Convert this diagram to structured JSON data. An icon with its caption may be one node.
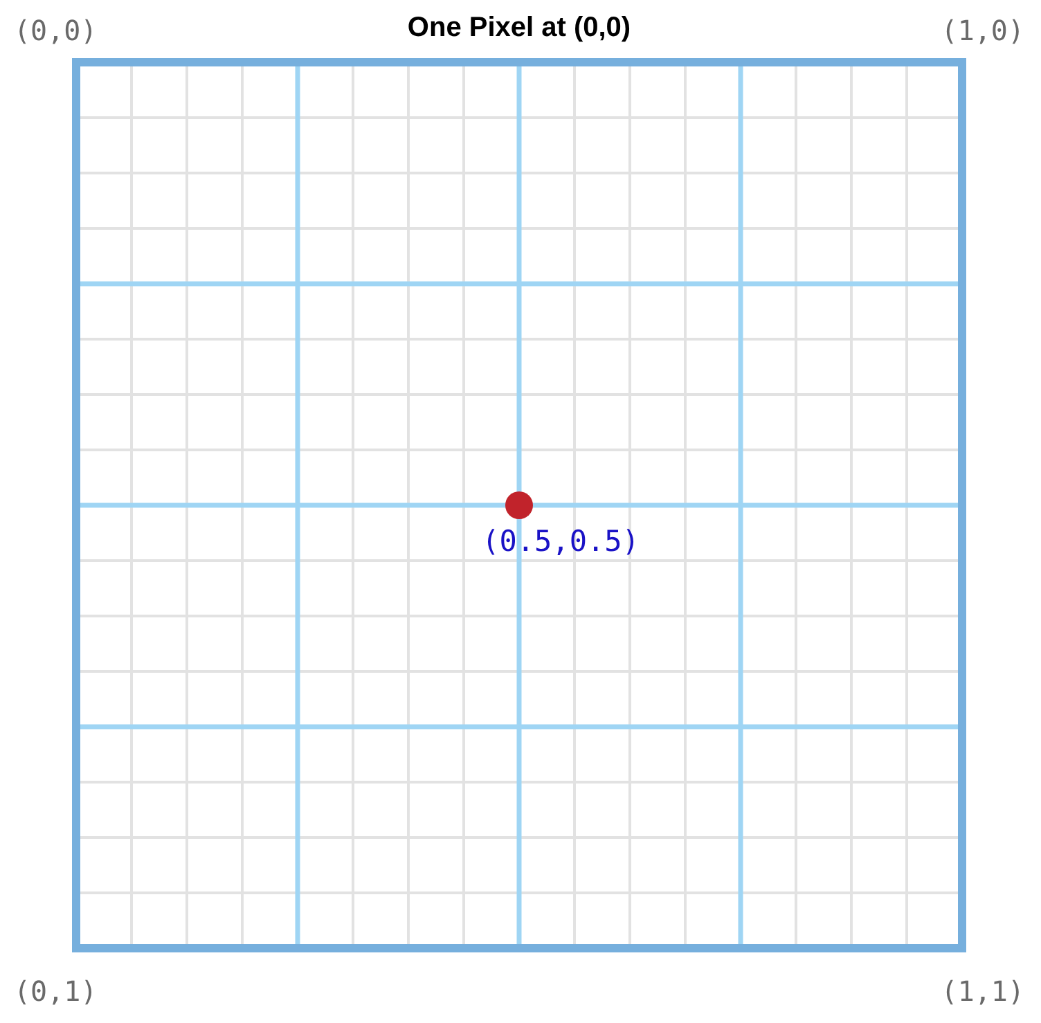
{
  "diagram": {
    "title": "One Pixel at (0,0)",
    "labels": [
      "(0,0)",
      "(1,0)",
      "(0.5,0.5)",
      "(0,1)",
      "(1,1)"
    ]
  }
}
